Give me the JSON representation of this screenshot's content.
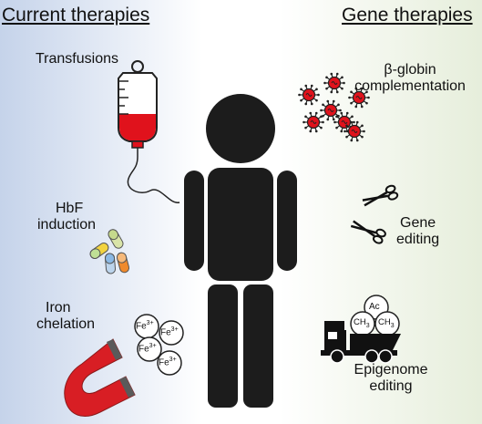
{
  "headers": {
    "left": "Current therapies",
    "right": "Gene therapies"
  },
  "left_items": [
    {
      "label": "Transfusions",
      "icon": "iv-bag-icon"
    },
    {
      "label_line1": "HbF",
      "label_line2": "induction",
      "icon": "pills-icon"
    },
    {
      "label_line1": "Iron",
      "label_line2": "chelation",
      "icon": "magnet-icon"
    }
  ],
  "right_items": [
    {
      "label_line1": "β-globin",
      "label_line2": "complementation",
      "icon": "viral-vectors-icon"
    },
    {
      "label_line1": "Gene",
      "label_line2": "editing",
      "icon": "scissors-icon"
    },
    {
      "label_line1": "Epigenome",
      "label_line2": "editing",
      "icon": "dump-truck-icon"
    }
  ],
  "iron_ions": [
    {
      "base": "Fe",
      "sup": "3+"
    },
    {
      "base": "Fe",
      "sup": "3+"
    },
    {
      "base": "Fe",
      "sup": "3+"
    },
    {
      "base": "Fe",
      "sup": "3+"
    }
  ],
  "truck_load": {
    "top": "Ac",
    "left": {
      "base": "CH",
      "sub": "3"
    },
    "right": {
      "base": "CH",
      "sub": "3"
    }
  },
  "colors": {
    "left_bg": "#c5d3ea",
    "right_bg": "#e6eedb",
    "blood": "#e0121c",
    "magnet": "#d81e24",
    "figure": "#1c1c1c"
  }
}
